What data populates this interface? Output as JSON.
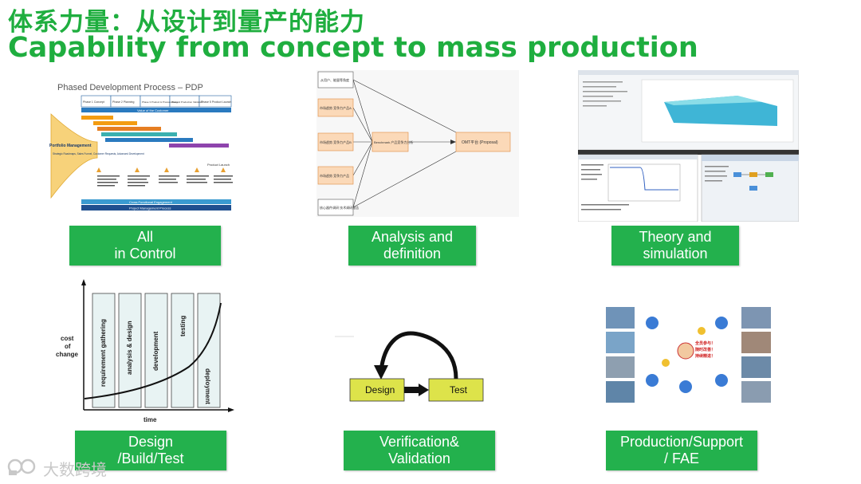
{
  "slide": {
    "title_cn": "体系力量：从设计到量产的能力",
    "title_en": "Capability from concept to mass production"
  },
  "cards": [
    {
      "line1": "All",
      "line2": "in Control"
    },
    {
      "line1": "Analysis and",
      "line2": "definition"
    },
    {
      "line1": "Theory and",
      "line2": "simulation"
    },
    {
      "line1": "Design",
      "line2": "/Build/Test"
    },
    {
      "line1": "Verification&",
      "line2": "Validation"
    },
    {
      "line1": "Production/Support",
      "line2": "/ FAE"
    }
  ],
  "pdp": {
    "title": "Phased Development Process – PDP",
    "phases": [
      "Phase 1 Concept",
      "Phase 2 Planning",
      "Phase 3 Product & Process design",
      "Phase 4 Production Validation",
      "Phase 5 Product Launch"
    ],
    "voice": "Value of the Customer",
    "portfolio": "Portfolio Management",
    "portfolio_sub": "Strategic Roadmaps, Sales Funnel, Customer Requests, Advanced Development",
    "product_launch": "Product Launch",
    "cross": "Cross Functional Engagement",
    "pm": "Project Management Process"
  },
  "analysis": {
    "box_top": "从用户、能量等角度",
    "box_a": "市场趋势 竞争力产品A",
    "box_b": "市场趋势 竞争力产品B",
    "box_c": "市场趋势 竞争力产品",
    "box_bottom": "核心器件调研 技术调研报告",
    "center": "Benchmark 产品竞争力分析",
    "right": "OMT平台 (Proposal)"
  },
  "cost": {
    "ylabel_1": "cost",
    "ylabel_2": "of",
    "ylabel_3": "change",
    "xlabel": "time",
    "phases": [
      "requirement gathering",
      "analysis & design",
      "development",
      "testing",
      "deployment"
    ]
  },
  "vv": {
    "design": "Design",
    "test": "Test"
  },
  "production": {
    "c1": "全员参与！",
    "c2": "随时改善！",
    "c3": "持续精进！"
  },
  "watermark": "大数跨境"
}
